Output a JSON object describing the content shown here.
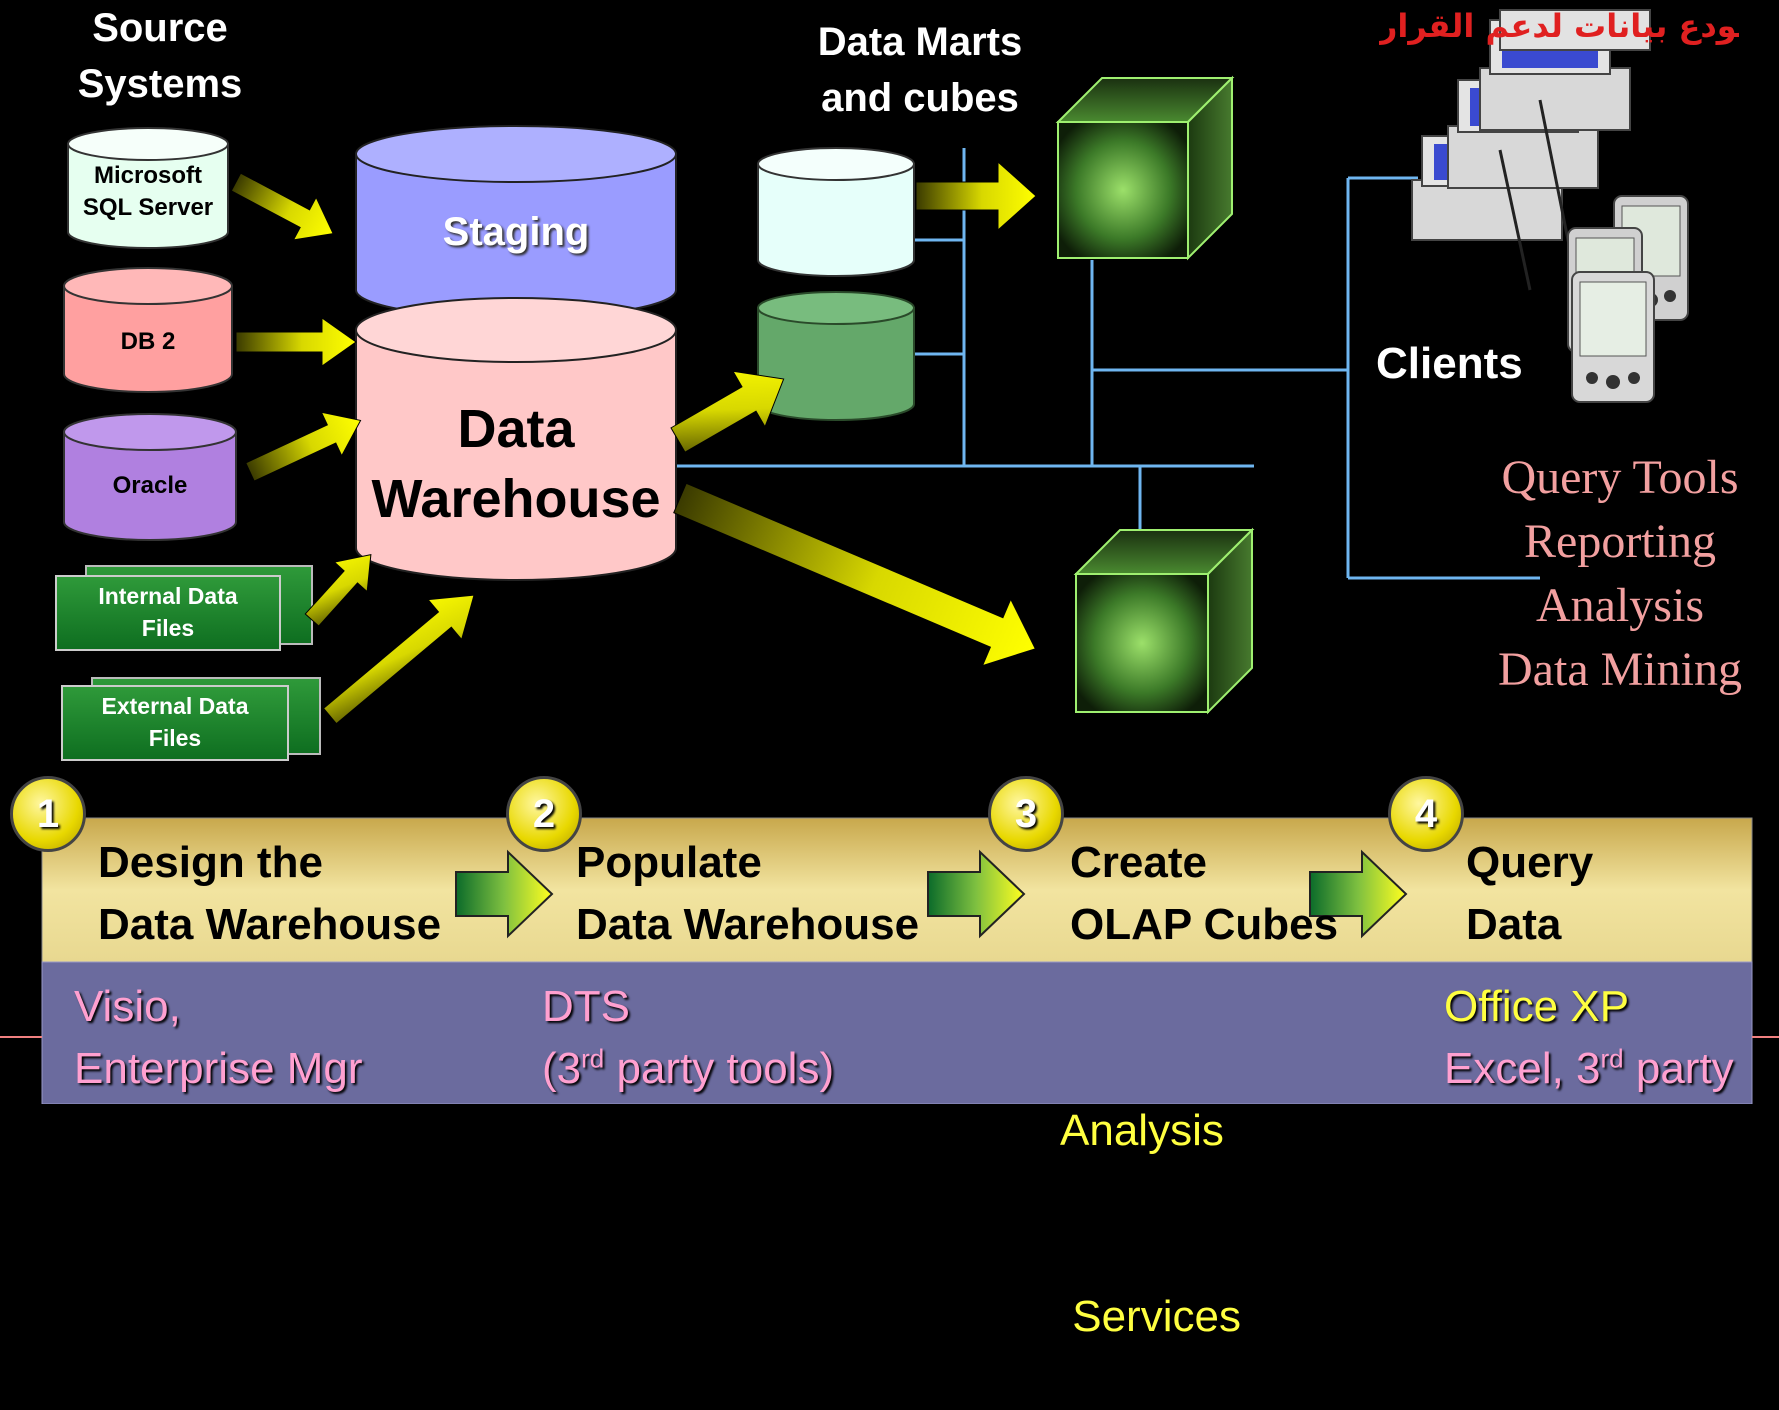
{
  "title_arabic": "مستودع بيانات لدعم القرار",
  "source_systems_heading": "Source\nSystems",
  "data_marts_heading": "Data Marts\nand cubes",
  "sources": {
    "mssql": "Microsoft\nSQL Server",
    "db2": "DB 2",
    "oracle": "Oracle",
    "internal_files": "Internal  Data\nFiles",
    "external_files": "External Data\nFiles"
  },
  "staging_label": "Staging",
  "warehouse_label": "Data\nWarehouse",
  "clients_label": "Clients",
  "client_uses": [
    "Query Tools",
    "Reporting",
    "Analysis",
    "Data Mining"
  ],
  "steps": [
    {
      "number": "1",
      "label": "Design the\nData Warehouse"
    },
    {
      "number": "2",
      "label": "Populate\nData Warehouse"
    },
    {
      "number": "3",
      "label": "Create\nOLAP Cubes"
    },
    {
      "number": "4",
      "label": "Query\nData"
    }
  ],
  "tools": [
    {
      "line1": "Visio,",
      "line2": "Enterprise Mgr"
    },
    {
      "line1": "DTS",
      "line2_pre": "(3",
      "line2_sup": "rd",
      "line2_post": " party tools)"
    },
    {
      "line1": "Analysis",
      "line2": " Services"
    },
    {
      "line1": "Office XP",
      "line2_pre": "Excel, 3",
      "line2_sup": "rd",
      "line2_post": " party"
    }
  ],
  "colors": {
    "background": "#000000",
    "connector": "#6fb6f0",
    "arrow": "#ffff00",
    "staging": "#9a9cff",
    "warehouse": "#ffc8c8",
    "steps_band": "#e8d890",
    "tools_band": "#6b6b9e",
    "tools_text_pink": "#ffa0d0",
    "tools_text_yellow": "#ffff40",
    "client_uses_text": "#f2a0a0"
  }
}
